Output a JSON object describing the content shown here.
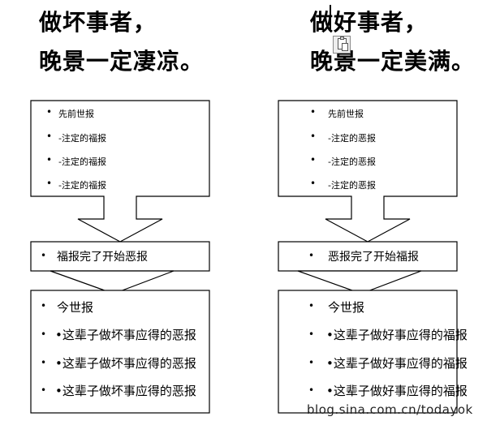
{
  "left": {
    "heading1": "做坏事者，",
    "heading2": "晚景一定凄凉。",
    "box1": [
      "先前世报",
      "-注定的福报",
      "-注定的福报",
      "-注定的福报"
    ],
    "box2": "福报完了开始恶报",
    "box3": [
      "今世报",
      "•这辈子做坏事应得的恶报",
      "•这辈子做坏事应得的恶报",
      "•这辈子做坏事应得的恶报"
    ]
  },
  "right": {
    "heading1": "做好事者，",
    "heading2": "晚景一定美满。",
    "box1": [
      "先前世报",
      "-注定的恶报",
      "-注定的恶报",
      "-注定的恶报"
    ],
    "box2": "恶报完了开始福报",
    "box3": [
      "今世报",
      "•这辈子做好事应得的福报",
      "•这辈子做好事应得的福报",
      "•这辈子做好事应得的福报"
    ]
  },
  "watermark": "blog.sina.com.cn/todayok",
  "bullet_char": "•",
  "icons": {
    "paste": "paste-clipboard-icon"
  },
  "colors": {
    "line": "#000000",
    "background": "#ffffff"
  }
}
